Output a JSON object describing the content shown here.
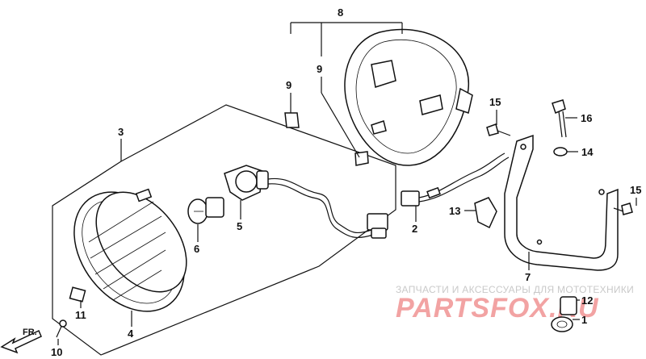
{
  "callouts": {
    "c1": "1",
    "c2": "2",
    "c3": "3",
    "c4": "4",
    "c5": "5",
    "c6": "6",
    "c7": "7",
    "c8": "8",
    "c9a": "9",
    "c9b": "9",
    "c10": "10",
    "c11": "11",
    "c12": "12",
    "c13": "13",
    "c14": "14",
    "c15a": "15",
    "c15b": "15",
    "c16": "16"
  },
  "direction": {
    "label": "FR."
  },
  "watermark": {
    "line1": "ЗАПЧАСТИ И АКСЕССУАРЫ ДЛЯ МОТОТЕХНИКИ",
    "line2": "PARTSFOX.RU",
    "color": "#f2a3a3"
  }
}
